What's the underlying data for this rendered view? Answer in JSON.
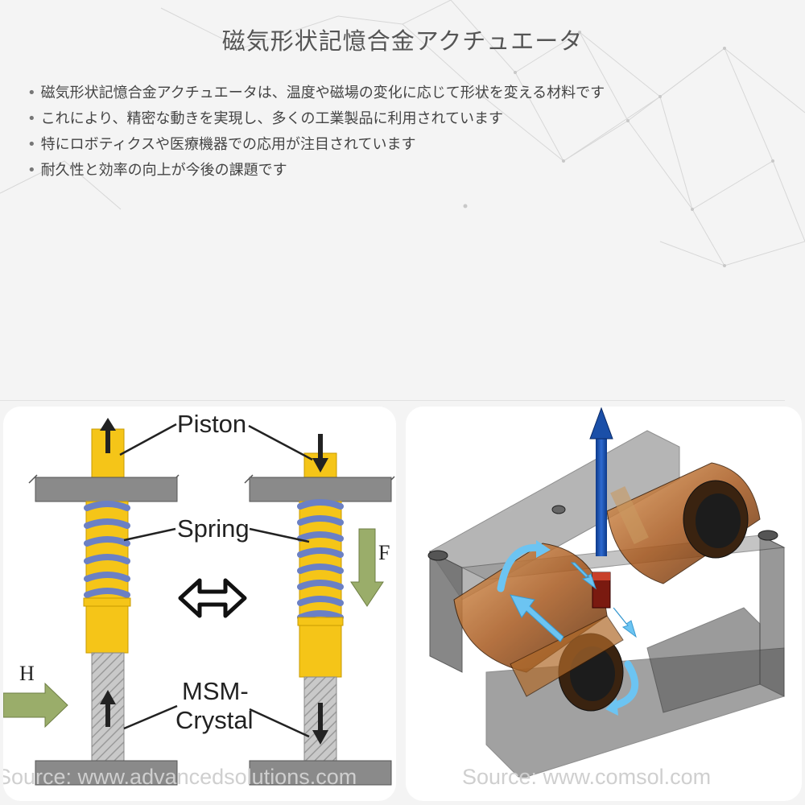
{
  "title": "磁気形状記憶合金アクチュエータ",
  "bullets": [
    "磁気形状記憶合金アクチュエータは、温度や磁場の変化に応じて形状を変える材料です",
    "これにより、精密な動きを実現し、多くの工業製品に利用されています",
    "特にロボティクスや医療機器での応用が注目されています",
    "耐久性と効率の向上が今後の課題です"
  ],
  "left_figure": {
    "labels": {
      "piston": "Piston",
      "spring": "Spring",
      "msm_1": "MSM-",
      "msm_2": "Crystal",
      "h": "H",
      "f": "F"
    },
    "source": "Source: www.advancedsolutions.com"
  },
  "right_figure": {
    "source": "Source: www.comsol.com"
  },
  "icons": [
    "double-arrow-icon",
    "up-arrow-icon",
    "down-arrow-icon"
  ],
  "colors": {
    "piston": "#f5c518",
    "spring": "#7a8fd0",
    "plate": "#8a8a8a",
    "field_arrow": "#9aad6a",
    "blue_arrow": "#1a4fa8",
    "coil": "#b86a2a"
  }
}
